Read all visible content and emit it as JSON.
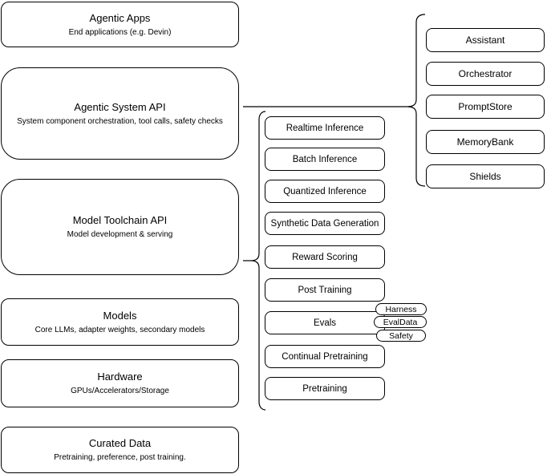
{
  "left_stack": [
    {
      "title": "Agentic Apps",
      "subtitle": "End applications (e.g. Devin)"
    },
    {
      "title": "Agentic System API",
      "subtitle": "System component orchestration, tool calls, safety checks"
    },
    {
      "title": "Model Toolchain API",
      "subtitle": "Model development & serving"
    },
    {
      "title": "Models",
      "subtitle": "Core LLMs, adapter weights, secondary models"
    },
    {
      "title": "Hardware",
      "subtitle": "GPUs/Accelerators/Storage"
    },
    {
      "title": "Curated Data",
      "subtitle": "Pretraining, preference, post training."
    }
  ],
  "toolchain": {
    "items": [
      "Realtime Inference",
      "Batch Inference",
      "Quantized Inference",
      "Synthetic Data Generation",
      "Reward Scoring",
      "Post Training",
      "Evals",
      "Continual Pretraining",
      "Pretraining"
    ],
    "evals_tags": [
      "Harness",
      "EvalData",
      "Safety"
    ]
  },
  "system_components": {
    "items": [
      "Assistant",
      "Orchestrator",
      "PromptStore",
      "MemoryBank",
      "Shields"
    ]
  },
  "colors": {
    "stroke": "#000000",
    "background": "#ffffff",
    "node_fill": "#ffffff"
  }
}
